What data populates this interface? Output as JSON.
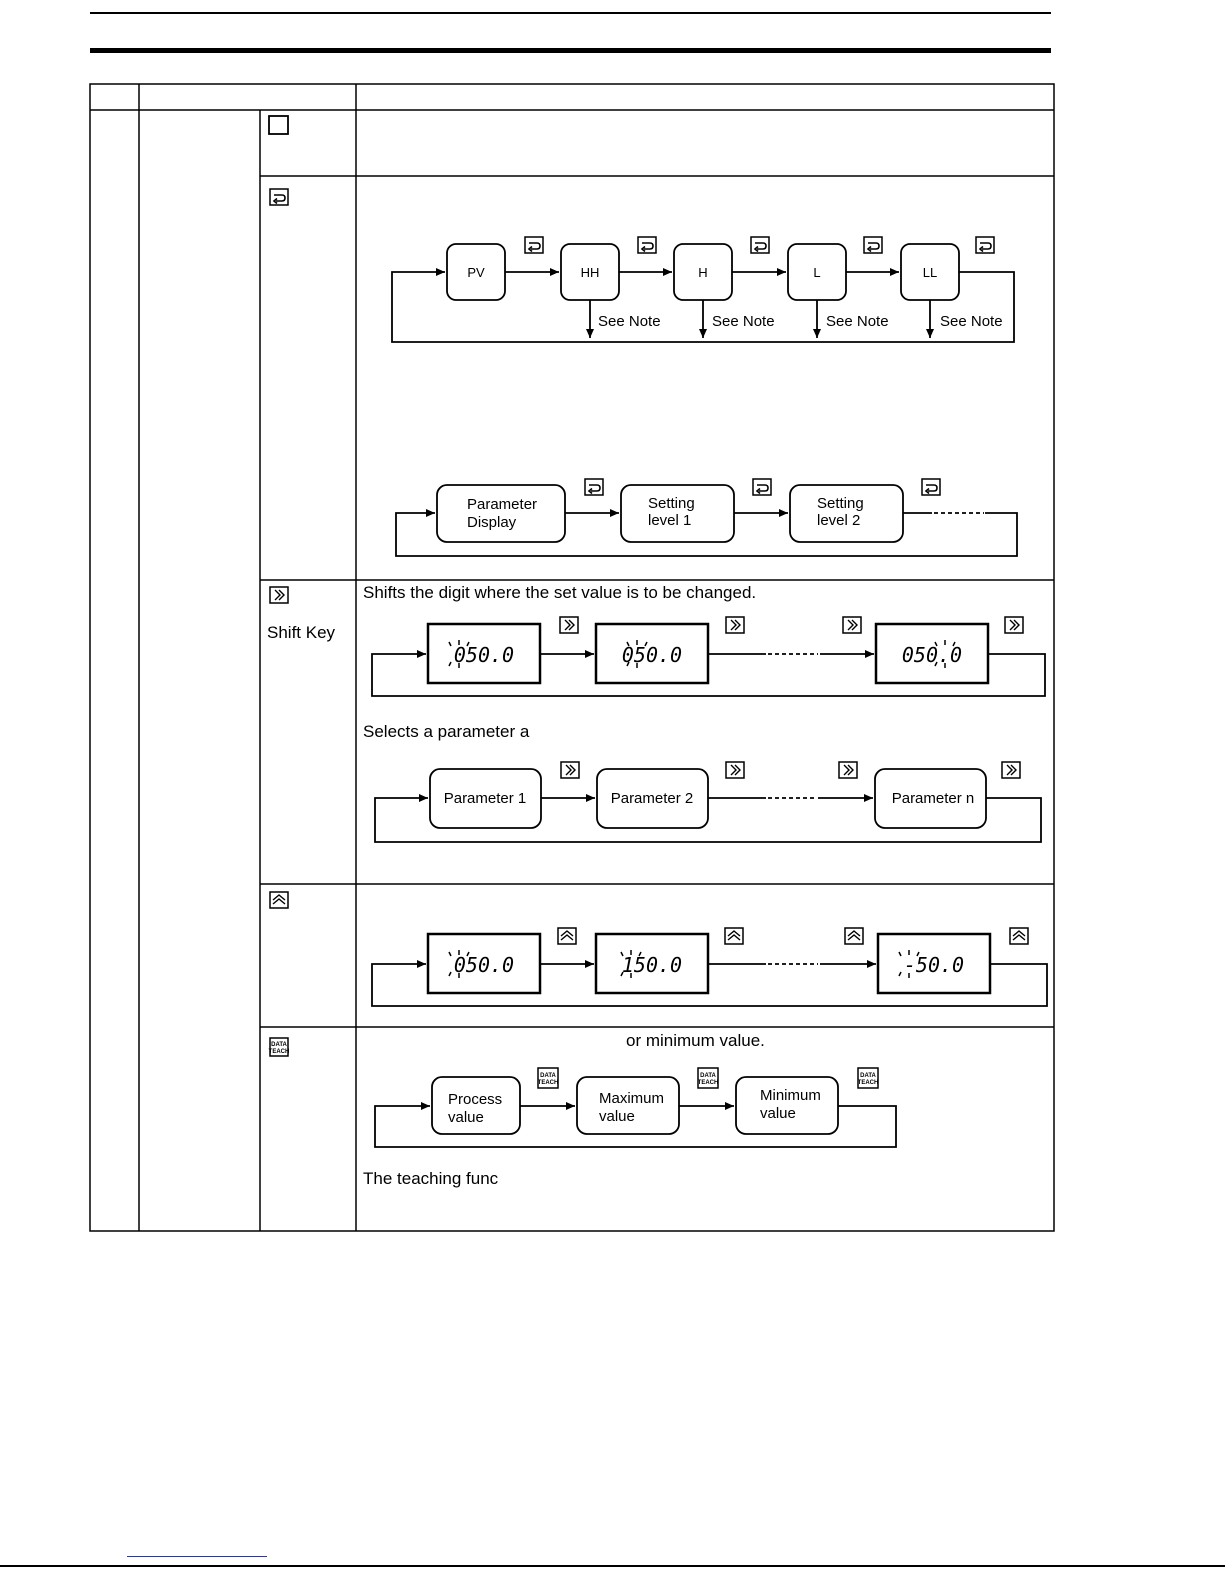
{
  "key_panels": {
    "shift_key": {
      "label": "Shift Key",
      "description": "Shifts the digit where the set value is to be changed.",
      "digit_displays": [
        "050.0",
        "050.0",
        "050.0"
      ],
      "param_intro": "Selects a parameter a",
      "parameters": [
        "Parameter 1",
        "Parameter 2",
        "Parameter n"
      ]
    },
    "mode_key": {
      "flow1": [
        "PV",
        "HH",
        "H",
        "L",
        "LL"
      ],
      "see_note": "See Note",
      "flow2": [
        {
          "line1": "Parameter",
          "line2": "Display"
        },
        {
          "line1": "Setting",
          "line2": "level 1"
        },
        {
          "line1": "Setting",
          "line2": "level 2"
        }
      ]
    },
    "up_key": {
      "digit_displays": [
        "050.0",
        "150.0",
        "-50.0"
      ]
    },
    "data_teach_key": {
      "icon_top": "DATA",
      "icon_bottom": "TEACH",
      "text_fragment": "or minimum value.",
      "flow": [
        {
          "line1": "Process",
          "line2": "value"
        },
        {
          "line1": "Maximum",
          "line2": "value"
        },
        {
          "line1": "Minimum",
          "line2": "value"
        }
      ],
      "teaching_fragment": "The teaching func"
    }
  },
  "icons": {
    "blank_key": "square-icon",
    "mode_key": "return-arrow-icon",
    "shift_key": "double-chevron-right-icon",
    "up_key": "double-chevron-up-icon",
    "data_key": "data-teach-icon"
  }
}
